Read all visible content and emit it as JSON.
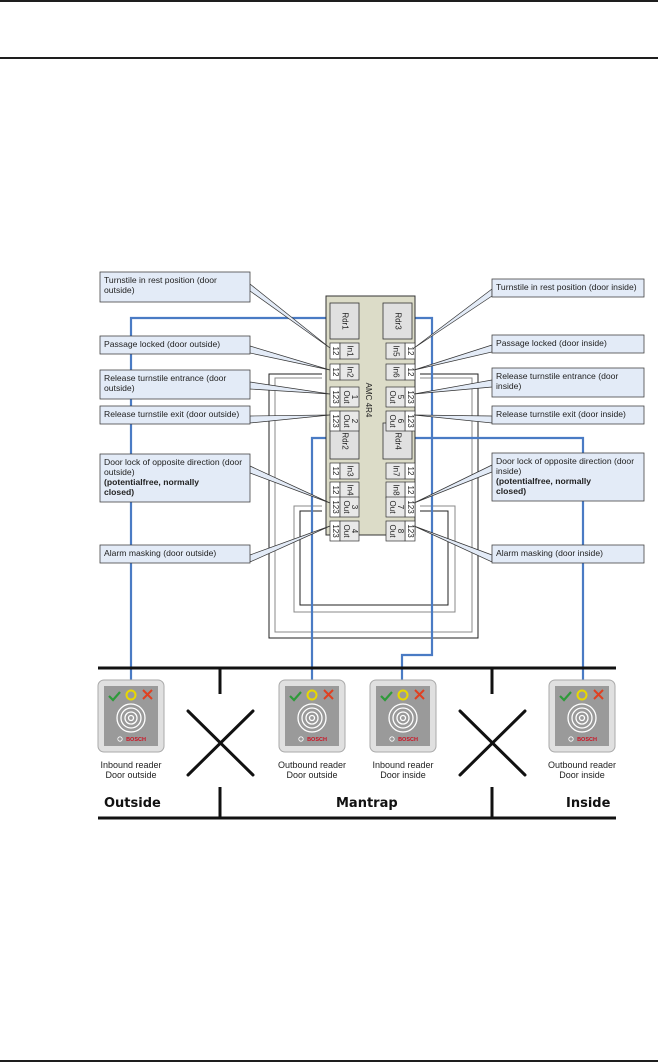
{
  "controller": {
    "model": "AMC 4R4",
    "readers": [
      "Rdr1",
      "Rdr2",
      "Rdr3",
      "Rdr4"
    ],
    "inputs": [
      {
        "label": "In1",
        "pins": "12"
      },
      {
        "label": "In2",
        "pins": "12"
      },
      {
        "label": "In3",
        "pins": "12"
      },
      {
        "label": "In4",
        "pins": "12"
      },
      {
        "label": "In5",
        "pins": "12"
      },
      {
        "label": "In6",
        "pins": "12"
      },
      {
        "label": "In7",
        "pins": "12"
      },
      {
        "label": "In8",
        "pins": "12"
      }
    ],
    "outputs": [
      {
        "label": "Out",
        "num": "1",
        "pins": "123"
      },
      {
        "label": "Out",
        "num": "2",
        "pins": "123"
      },
      {
        "label": "Out",
        "num": "3",
        "pins": "123"
      },
      {
        "label": "Out",
        "num": "4",
        "pins": "123"
      },
      {
        "label": "Out",
        "num": "5",
        "pins": "123"
      },
      {
        "label": "Out",
        "num": "6",
        "pins": "123"
      },
      {
        "label": "Out",
        "num": "7",
        "pins": "123"
      },
      {
        "label": "Out",
        "num": "8",
        "pins": "123"
      }
    ]
  },
  "callouts_left": [
    {
      "lines": [
        "Turnstile in rest position (door",
        "outside)"
      ],
      "bold": []
    },
    {
      "lines": [
        "Passage locked (door outside)"
      ],
      "bold": []
    },
    {
      "lines": [
        "Release turnstile entrance (door",
        "outside)"
      ],
      "bold": []
    },
    {
      "lines": [
        "Release turnstile exit (door outside)"
      ],
      "bold": []
    },
    {
      "lines": [
        "Door lock of opposite direction (door",
        "outside)"
      ],
      "bold": [
        "(potentialfree, normally",
        "closed)"
      ]
    },
    {
      "lines": [
        "Alarm masking (door outside)"
      ],
      "bold": []
    }
  ],
  "callouts_right": [
    {
      "lines": [
        "Turnstile in rest position (door inside)"
      ],
      "bold": []
    },
    {
      "lines": [
        "Passage locked (door inside)"
      ],
      "bold": []
    },
    {
      "lines": [
        "Release turnstile entrance (door",
        "inside)"
      ],
      "bold": []
    },
    {
      "lines": [
        "Release turnstile exit (door inside)"
      ],
      "bold": []
    },
    {
      "lines": [
        "Door lock of opposite direction (door",
        "inside)"
      ],
      "bold": [
        "(potentialfree, normally",
        "closed)"
      ]
    },
    {
      "lines": [
        "Alarm masking (door inside)"
      ],
      "bold": []
    }
  ],
  "readers": [
    {
      "line1": "Inbound reader",
      "line2": "Door outside",
      "brand": "BOSCH"
    },
    {
      "line1": "Outbound reader",
      "line2": "Door outside",
      "brand": "BOSCH"
    },
    {
      "line1": "Inbound reader",
      "line2": "Door inside",
      "brand": "BOSCH"
    },
    {
      "line1": "Outbound reader",
      "line2": "Door inside",
      "brand": "BOSCH"
    }
  ],
  "zones": [
    "Outside",
    "Mantrap",
    "Inside"
  ],
  "colors": {
    "callout_fill": "#e3ebf7",
    "controller_fill": "#dcdcc8",
    "bus_wire": "#4a7bc4",
    "check": "#2e9a3a",
    "circle": "#e8d800",
    "cross": "#e04020",
    "brand": "#cc1122"
  }
}
